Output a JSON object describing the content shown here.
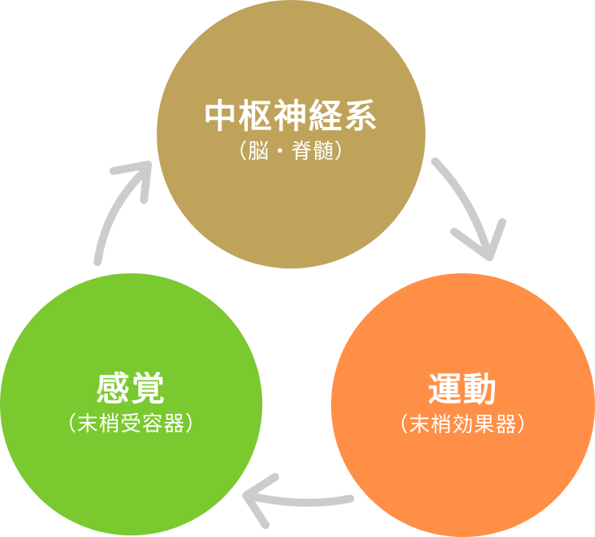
{
  "nodes": {
    "cns": {
      "title": "中枢神経系",
      "subtitle": "（脳・脊髄）",
      "color": "#bfa35b"
    },
    "sense": {
      "title": "感覚",
      "subtitle": "（末梢受容器）",
      "color": "#7ac92f"
    },
    "motion": {
      "title": "運動",
      "subtitle": "（末梢効果器）",
      "color": "#ff8f47"
    }
  },
  "arrows": {
    "color": "#cccccc",
    "cycle": [
      "感覚",
      "中枢神経系",
      "運動"
    ]
  }
}
